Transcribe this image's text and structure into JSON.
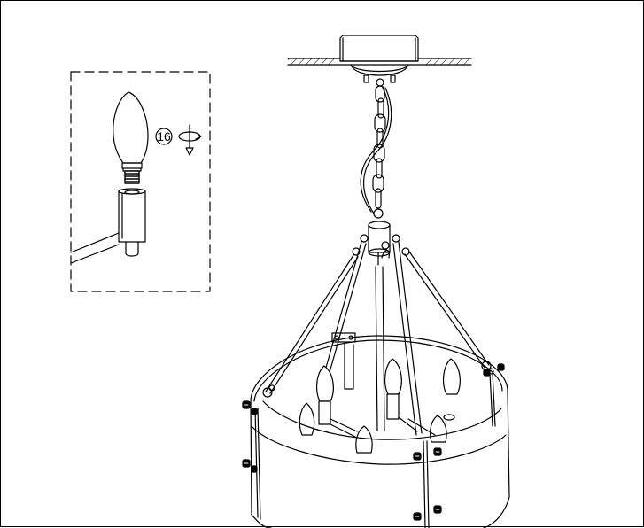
{
  "figure": {
    "background": "#ffffff",
    "line_color": "#000000",
    "detail_box_style": "dashed"
  },
  "detail": {
    "step_number": "16",
    "action": "rotate-clockwise-down",
    "parts": [
      "bulb",
      "socket",
      "arm"
    ]
  },
  "chandelier": {
    "parts": [
      "ceiling-canopy",
      "chain",
      "center-hub",
      "support-rods",
      "candle-bulbs",
      "drum-shade"
    ]
  }
}
